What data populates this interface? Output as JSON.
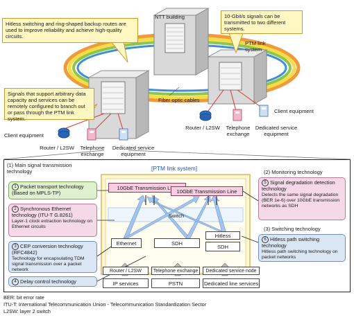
{
  "top": {
    "callouts": {
      "hitless": "Hitless switching and ring-shaped backup routes are used to improve reliability and achieve high-quality circuits.",
      "ten_g": "10-Gbit/s signals can be transmitted to two different systems.",
      "arbitrary": "Signals that support arbitrary data capacity and services can be remotely configured to branch out or pass through the PTM link system."
    },
    "labels": {
      "ntt_building": "NTT building",
      "ptm_link_system": "PTM link system",
      "fiber_optic_cables": "Fiber optic cables",
      "client_equipment_left": "Client equipment",
      "client_equipment_right": "Client equipment",
      "router_left": "Router / L2SW",
      "telephone_left": "Telephone exchange",
      "dedicated_left": "Dedicated service equipment",
      "router_right": "Router / L2SW",
      "telephone_right": "Telephone exchange",
      "dedicated_right": "Dedicated service equipment"
    }
  },
  "bottom": {
    "title": "[PTM link system]",
    "main_tech": {
      "header": "(1) Main signal transmission technology",
      "items": [
        {
          "num": "1",
          "title": "Packet transport technology (Based on MPLS-TP)",
          "desc": ""
        },
        {
          "num": "2",
          "title": "Synchronous Ethernet technology (ITU-T G.8261)",
          "desc": "Layer-1 clock extraction technology on Ethernet circuits"
        },
        {
          "num": "3",
          "title": "CEP conversion technology (RFC4842)",
          "desc": "Technology for encapsulating TDM signal transmission over a packet network"
        },
        {
          "num": "4",
          "title": "Delay control technology",
          "desc": ""
        }
      ]
    },
    "monitoring": {
      "header": "(2) Monitoring technology",
      "num": "5",
      "title": "Signal degradation detection technology",
      "desc": "Detects the same signal degradation (BER 1e-6) over 10GbE transmission networks as SDH"
    },
    "switching": {
      "header": "(3) Switching technology",
      "num": "6",
      "title": "Hitless path switching technology",
      "desc": "Hitless path switching technology on packet networks"
    },
    "blocks": {
      "line1": "10GbE Transmission Line",
      "line2": "10GbE Transmission Line",
      "switch": "Switch",
      "ethernet": "Ethernet",
      "sdh1": "SDH",
      "hitless": "Hitless",
      "sdh2": "SDH",
      "router": "Router / L2SW",
      "telephone": "Telephone exchange",
      "dedicated_node": "Dedicated service node",
      "ip": "IP services",
      "pstn": "PSTN",
      "dedicated_line": "Dedicated line services"
    }
  },
  "notes": [
    "BER: bit error rate",
    "ITU-T: International Telecommunication Union - Telecommunication Standardization Sector",
    "L2SW: layer 2 switch"
  ],
  "colors": {
    "ring_outer": "#f2a03a",
    "ring_mid": "#f7e04a",
    "ring_inner": "#3d8fd6",
    "callout_bg": "#fff7c2",
    "green": "#dff0cf",
    "pink": "#f6d9e8",
    "blue": "#dbe6f5",
    "line_box": "#f7cfe1",
    "arrow": "#8fb3e6"
  }
}
